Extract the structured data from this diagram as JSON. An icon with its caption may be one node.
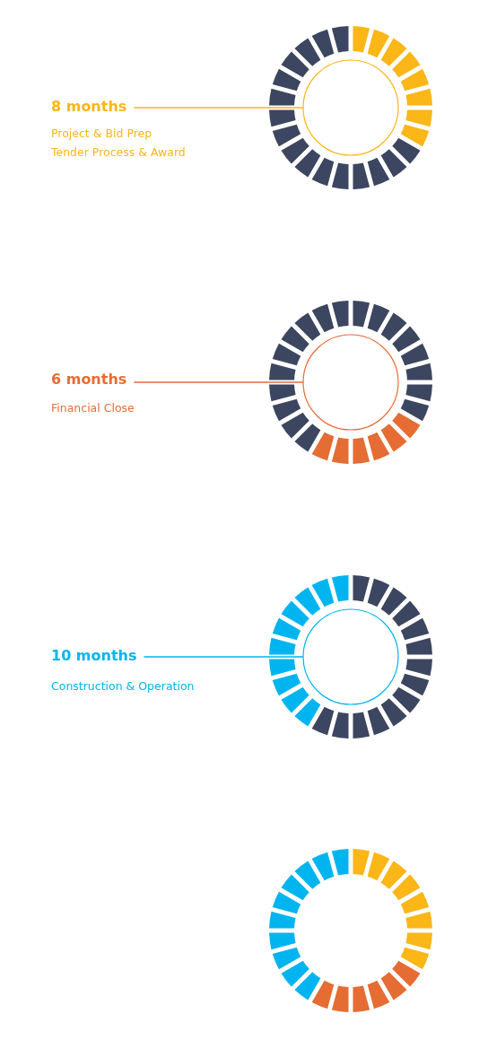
{
  "diagram": {
    "nodes": [
      {
        "text": [
          "8 months"
        ]
      },
      {
        "text": [],
        "shape": "circle"
      },
      {
        "text": [
          "6 months"
        ]
      },
      {
        "text": [],
        "shape": "circle"
      },
      {
        "text": [
          "10 months"
        ]
      },
      {
        "text": [],
        "shape": "circle"
      }
    ],
    "edges": [
      {
        "from": 0,
        "to": 1,
        "arrow": "none",
        "color": "#fbb617"
      },
      {
        "from": 2,
        "to": 3,
        "arrow": "none",
        "color": "#e56d33"
      },
      {
        "from": 4,
        "to": 5,
        "arrow": "none",
        "color": "#00b5ef"
      }
    ],
    "labels": [
      "Project & Bid Prep",
      "Tender Process & Award",
      "Financial Close",
      "Construction & Operation"
    ]
  }
}
